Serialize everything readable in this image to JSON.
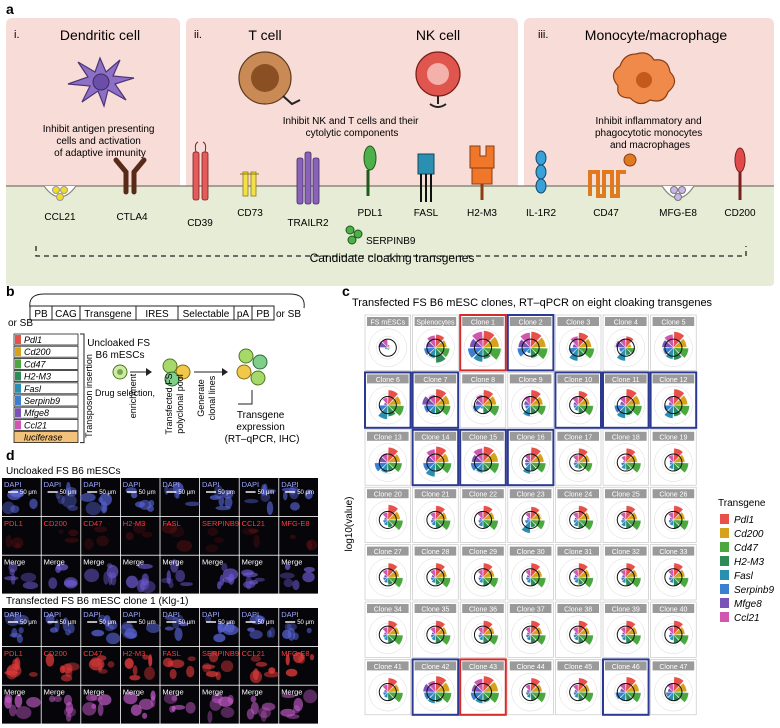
{
  "panel_a": {
    "letter": "a",
    "sections": [
      {
        "numeral": "i.",
        "title": "Dendritic cell",
        "desc": [
          "Inhibit antigen presenting",
          "cells and activation",
          "of adaptive immunity"
        ]
      },
      {
        "numeral": "ii.",
        "title": "T cell",
        "title2": "NK cell",
        "desc": [
          "Inhibit NK and T cells and their",
          "cytolytic components"
        ]
      },
      {
        "numeral": "iii.",
        "title": "Monocyte/macrophage",
        "desc": [
          "Inhibit inflammatory and",
          "phagocytotic monocytes",
          "and macrophages"
        ]
      }
    ],
    "transgenes": [
      "CCL21",
      "CTLA4",
      "CD39",
      "CD73",
      "TRAILR2",
      "PDL1",
      "FASL",
      "H2-M3",
      "IL-1R2",
      "CD47",
      "MFG-E8",
      "CD200"
    ],
    "serpin_label": "SERPINB9",
    "footer": "Candidate cloaking transgenes",
    "colors": {
      "cell_box": "#f8dcd7",
      "membrane": "#e7ecd6",
      "dc": "#8e6fc6",
      "tcell": "#c98a55",
      "nk": "#e0564f",
      "mono": "#f08a4b"
    }
  },
  "panel_b": {
    "letter": "b",
    "construct": [
      "PB",
      "CAG",
      "Transgene",
      "IRES",
      "Selectable",
      "pA",
      "PB"
    ],
    "or_sb_left": "or SB",
    "or_sb_right": "or SB",
    "genes": [
      {
        "name": "Pdl1",
        "color": "#e8504a"
      },
      {
        "name": "Cd200",
        "color": "#d6a21c"
      },
      {
        "name": "Cd47",
        "color": "#4aa83e"
      },
      {
        "name": "H2-M3",
        "color": "#2e8b57"
      },
      {
        "name": "Fasl",
        "color": "#2a8fb0"
      },
      {
        "name": "Serpinb9",
        "color": "#3a7fd0"
      },
      {
        "name": "Mfge8",
        "color": "#7a52b8"
      },
      {
        "name": "Ccl21",
        "color": "#d057b0"
      }
    ],
    "luciferase": "luciferase",
    "step_insert": "Transposon insertion",
    "cell_label": [
      "Uncloaked FS",
      "B6 mESCs"
    ],
    "step_drug": [
      "Drug selection,",
      "enrichment"
    ],
    "pool_label": [
      "Transfected FS",
      "polyclonal pool"
    ],
    "step_clonal": [
      "Generate",
      "clonal lines"
    ],
    "expression": [
      "Transgene",
      "expression",
      "(RT–qPCR, IHC)"
    ]
  },
  "panel_c": {
    "letter": "c",
    "title": "Transfected FS B6 mESC clones, RT–qPCR on eight cloaking transgenes",
    "ylabel": "log10(value)",
    "legend_title": "Transgene",
    "cells": [
      "FS mESCs",
      "Splenocytes",
      "Clone 1",
      "Clone 2",
      "Clone 3",
      "Clone 4",
      "Clone 5",
      "Clone 6",
      "Clone 7",
      "Clone 8",
      "Clone 9",
      "Clone 10",
      "Clone 11",
      "Clone 12",
      "Clone 13",
      "Clone 14",
      "Clone 15",
      "Clone 16",
      "Clone 17",
      "Clone 18",
      "Clone 19",
      "Clone 20",
      "Clone 21",
      "Clone 22",
      "Clone 23",
      "Clone 24",
      "Clone 25",
      "Clone 26",
      "Clone 27",
      "Clone 28",
      "Clone 29",
      "Clone 30",
      "Clone 31",
      "Clone 32",
      "Clone 33",
      "Clone 34",
      "Clone 35",
      "Clone 36",
      "Clone 37",
      "Clone 38",
      "Clone 39",
      "Clone 40",
      "Clone 41",
      "Clone 42",
      "Clone 43",
      "Clone 44",
      "Clone 45",
      "Clone 46",
      "Clone 47"
    ],
    "red_border": [
      2,
      44
    ],
    "blue_border": [
      3,
      7,
      8,
      11,
      12,
      13,
      15,
      16,
      17,
      43,
      47
    ],
    "border_colors": {
      "red": "#d62a2a",
      "blue": "#2b3990"
    }
  },
  "panel_d": {
    "letter": "d",
    "title1": "Uncloaked FS B6 mESCs",
    "title2": "Transfected FS B6 mESC clone 1 (Klg-1)",
    "dapi": "DAPI",
    "merge": "Merge",
    "scale": "50 μm",
    "markers": [
      "PDL1",
      "CD200",
      "CD47",
      "H2-M3",
      "FASL",
      "SERPINB9",
      "CCL21",
      "MFG-E8"
    ]
  },
  "chart_data": {
    "type": "polar-bar",
    "title": "Transfected FS B6 mESC clones, RT–qPCR on eight cloaking transgenes",
    "ylabel": "log10(value)",
    "legend": [
      "Pdl1",
      "Cd200",
      "Cd47",
      "H2-M3",
      "Fasl",
      "Serpinb9",
      "Mfge8",
      "Ccl21"
    ],
    "colors": [
      "#e8504a",
      "#d6a21c",
      "#4aa83e",
      "#2e8b57",
      "#2a8fb0",
      "#3a7fd0",
      "#7a52b8",
      "#d057b0"
    ],
    "categories": [
      "FS mESCs",
      "Splenocytes",
      "Clone 1",
      "Clone 2",
      "Clone 3",
      "Clone 4",
      "Clone 5",
      "Clone 6",
      "Clone 7",
      "Clone 8",
      "Clone 9",
      "Clone 10",
      "Clone 11",
      "Clone 12",
      "Clone 13",
      "Clone 14",
      "Clone 15",
      "Clone 16",
      "Clone 17",
      "Clone 18",
      "Clone 19",
      "Clone 20",
      "Clone 21",
      "Clone 22",
      "Clone 23",
      "Clone 24",
      "Clone 25",
      "Clone 26",
      "Clone 27",
      "Clone 28",
      "Clone 29",
      "Clone 30",
      "Clone 31",
      "Clone 32",
      "Clone 33",
      "Clone 34",
      "Clone 35",
      "Clone 36",
      "Clone 37",
      "Clone 38",
      "Clone 39",
      "Clone 40",
      "Clone 41",
      "Clone 42",
      "Clone 43",
      "Clone 44",
      "Clone 45",
      "Clone 46",
      "Clone 47"
    ],
    "values": [
      [
        0.15,
        0.1,
        0.1,
        0.12,
        0.1,
        0.15,
        0.5,
        0.45
      ],
      [
        0.7,
        0.6,
        0.75,
        0.8,
        0.55,
        0.6,
        0.5,
        0.65
      ],
      [
        0.9,
        0.85,
        0.95,
        0.6,
        0.75,
        0.8,
        0.7,
        0.85
      ],
      [
        0.85,
        0.8,
        0.9,
        0.55,
        0.3,
        0.7,
        0.65,
        0.8
      ],
      [
        0.8,
        0.7,
        0.85,
        0.5,
        0.7,
        0.5,
        0.3,
        0.6
      ],
      [
        0.6,
        0.3,
        0.5,
        0.4,
        0.7,
        0.35,
        0.55,
        0.5
      ],
      [
        0.85,
        0.7,
        0.8,
        0.65,
        0.6,
        0.55,
        0.6,
        0.7
      ],
      [
        0.8,
        0.7,
        0.85,
        0.6,
        0.75,
        0.45,
        0.2,
        0.4
      ],
      [
        0.85,
        0.75,
        0.8,
        0.5,
        0.45,
        0.6,
        0.7,
        0.55
      ],
      [
        0.8,
        0.7,
        0.85,
        0.45,
        0.2,
        0.55,
        0.4,
        0.55
      ],
      [
        0.8,
        0.65,
        0.8,
        0.5,
        0.6,
        0.3,
        0.35,
        0.5
      ],
      [
        0.75,
        0.6,
        0.8,
        0.45,
        0.3,
        0.25,
        0.25,
        0.45
      ],
      [
        0.85,
        0.75,
        0.85,
        0.55,
        0.7,
        0.6,
        0.3,
        0.5
      ],
      [
        0.85,
        0.75,
        0.85,
        0.6,
        0.7,
        0.5,
        0.25,
        0.45
      ],
      [
        0.8,
        0.65,
        0.75,
        0.45,
        0.55,
        0.7,
        0.45,
        0.5
      ],
      [
        0.85,
        0.7,
        0.85,
        0.5,
        0.75,
        0.65,
        0.5,
        0.7
      ],
      [
        0.85,
        0.8,
        0.85,
        0.5,
        0.55,
        0.65,
        0.6,
        0.75
      ],
      [
        0.8,
        0.7,
        0.8,
        0.45,
        0.6,
        0.3,
        0.3,
        0.45
      ],
      [
        0.75,
        0.6,
        0.75,
        0.35,
        0.3,
        0.25,
        0.2,
        0.4
      ],
      [
        0.75,
        0.6,
        0.8,
        0.4,
        0.35,
        0.25,
        0.15,
        0.35
      ],
      [
        0.75,
        0.6,
        0.8,
        0.45,
        0.35,
        0.2,
        0.2,
        0.4
      ],
      [
        0.8,
        0.65,
        0.8,
        0.4,
        0.3,
        0.25,
        0.2,
        0.4
      ],
      [
        0.75,
        0.6,
        0.8,
        0.45,
        0.3,
        0.25,
        0.2,
        0.4
      ],
      [
        0.75,
        0.6,
        0.8,
        0.45,
        0.35,
        0.25,
        0.2,
        0.45
      ],
      [
        0.7,
        0.55,
        0.75,
        0.4,
        0.7,
        0.3,
        0.2,
        0.4
      ],
      [
        0.75,
        0.6,
        0.8,
        0.45,
        0.35,
        0.25,
        0.2,
        0.4
      ],
      [
        0.75,
        0.6,
        0.8,
        0.45,
        0.35,
        0.25,
        0.2,
        0.4
      ],
      [
        0.75,
        0.6,
        0.8,
        0.5,
        0.3,
        0.25,
        0.2,
        0.4
      ],
      [
        0.75,
        0.6,
        0.8,
        0.4,
        0.3,
        0.25,
        0.2,
        0.4
      ],
      [
        0.75,
        0.6,
        0.8,
        0.4,
        0.3,
        0.25,
        0.2,
        0.4
      ],
      [
        0.75,
        0.6,
        0.8,
        0.5,
        0.3,
        0.25,
        0.2,
        0.4
      ],
      [
        0.75,
        0.6,
        0.8,
        0.45,
        0.3,
        0.25,
        0.2,
        0.4
      ],
      [
        0.75,
        0.6,
        0.8,
        0.4,
        0.3,
        0.25,
        0.2,
        0.4
      ],
      [
        0.75,
        0.6,
        0.8,
        0.45,
        0.3,
        0.25,
        0.2,
        0.4
      ],
      [
        0.75,
        0.6,
        0.8,
        0.45,
        0.3,
        0.25,
        0.2,
        0.4
      ],
      [
        0.75,
        0.6,
        0.8,
        0.45,
        0.3,
        0.25,
        0.2,
        0.4
      ],
      [
        0.75,
        0.6,
        0.8,
        0.45,
        0.3,
        0.25,
        0.2,
        0.4
      ],
      [
        0.75,
        0.6,
        0.8,
        0.45,
        0.3,
        0.25,
        0.2,
        0.4
      ],
      [
        0.75,
        0.6,
        0.8,
        0.45,
        0.3,
        0.25,
        0.2,
        0.4
      ],
      [
        0.75,
        0.6,
        0.8,
        0.45,
        0.3,
        0.25,
        0.2,
        0.4
      ],
      [
        0.75,
        0.6,
        0.8,
        0.45,
        0.3,
        0.25,
        0.2,
        0.4
      ],
      [
        0.75,
        0.6,
        0.8,
        0.45,
        0.3,
        0.25,
        0.2,
        0.4
      ],
      [
        0.75,
        0.6,
        0.8,
        0.45,
        0.3,
        0.25,
        0.2,
        0.4
      ],
      [
        0.85,
        0.75,
        0.85,
        0.55,
        0.6,
        0.6,
        0.65,
        0.6
      ],
      [
        0.85,
        0.8,
        0.85,
        0.55,
        0.6,
        0.65,
        0.6,
        0.7
      ],
      [
        0.75,
        0.6,
        0.8,
        0.45,
        0.3,
        0.25,
        0.2,
        0.4
      ],
      [
        0.75,
        0.6,
        0.8,
        0.45,
        0.3,
        0.25,
        0.2,
        0.4
      ],
      [
        0.8,
        0.7,
        0.8,
        0.5,
        0.45,
        0.55,
        0.3,
        0.5
      ],
      [
        0.8,
        0.7,
        0.8,
        0.5,
        0.45,
        0.4,
        0.3,
        0.5
      ]
    ]
  }
}
